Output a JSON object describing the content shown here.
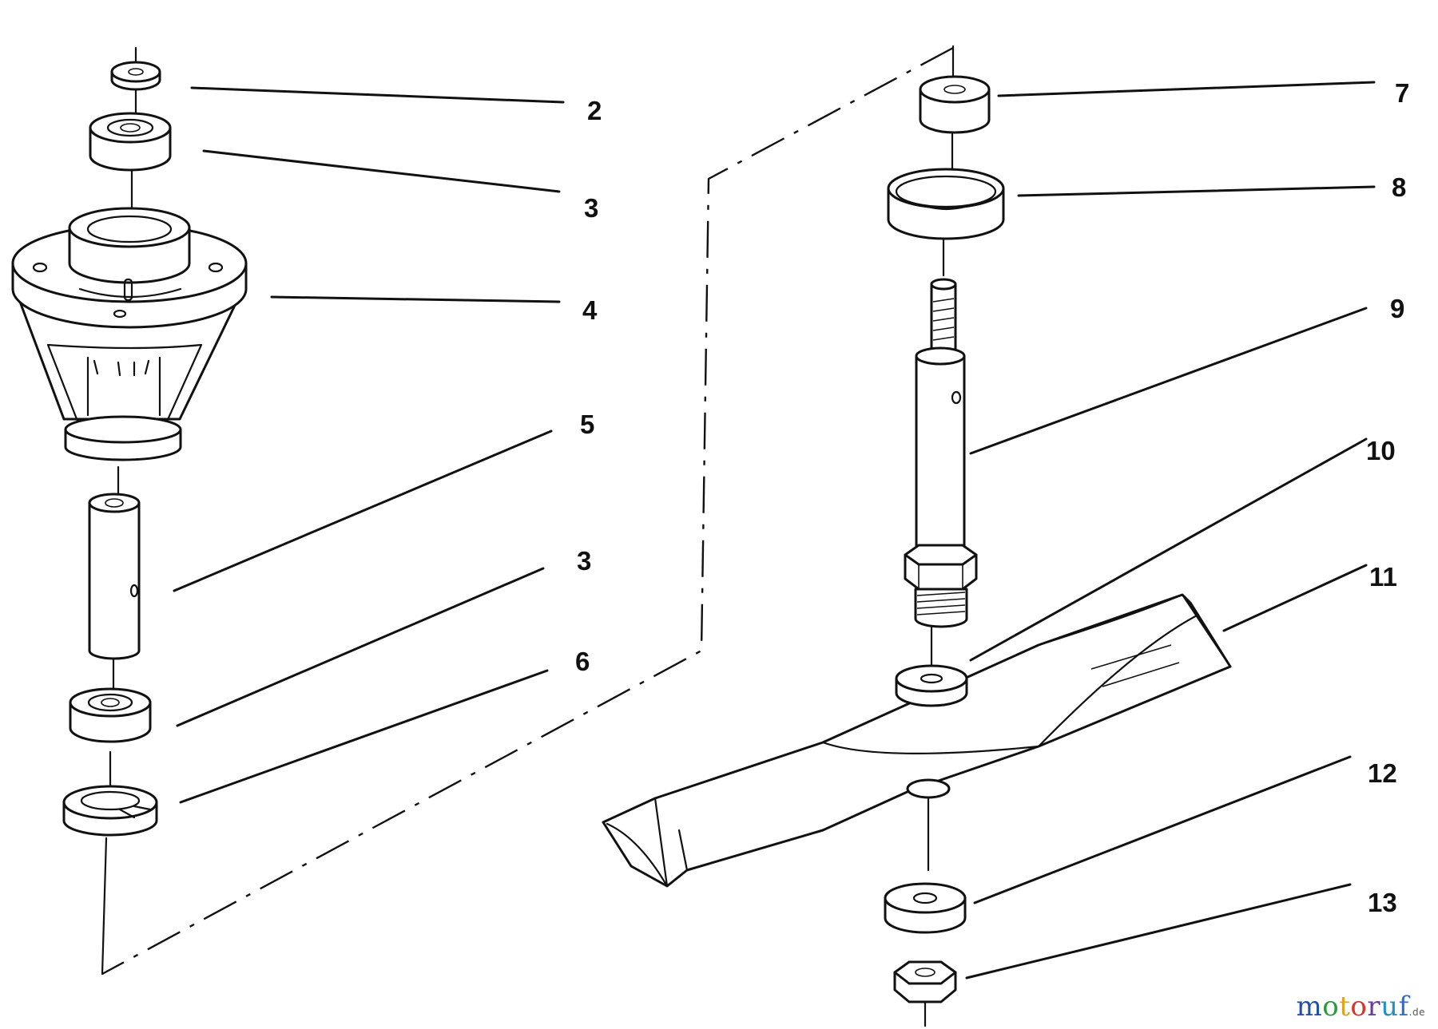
{
  "callouts": {
    "c2": "2",
    "c3a": "3",
    "c4": "4",
    "c5": "5",
    "c3b": "3",
    "c6": "6",
    "c7": "7",
    "c8": "8",
    "c9": "9",
    "c10": "10",
    "c11": "11",
    "c12": "12",
    "c13": "13"
  },
  "watermark": {
    "letters": [
      "m",
      "o",
      "t",
      "o",
      "r",
      "u",
      "f"
    ],
    "colors": [
      "#1f4fa8",
      "#2a9a3a",
      "#e2a21a",
      "#d9342b",
      "#6a3aa0",
      "#1f8fc8",
      "#2a6fd0"
    ],
    "suffix": ".de"
  }
}
